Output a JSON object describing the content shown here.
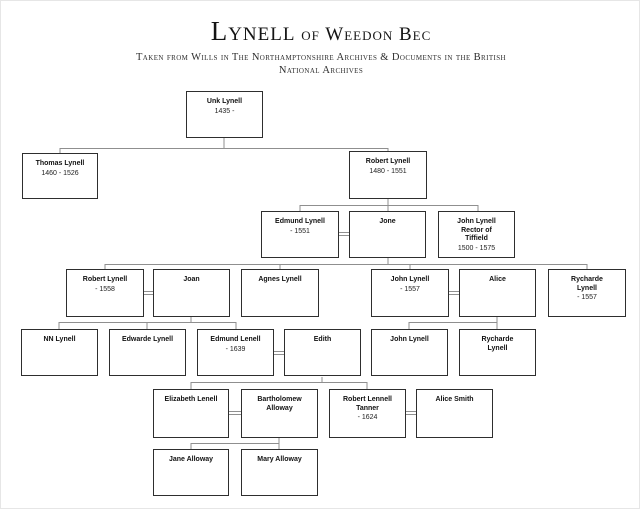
{
  "title": {
    "family": "Lynell",
    "suffix": " of Weedon Bec",
    "subtitle": "Taken from Wills in The Northamptonshire Archives & Documents in the British National Archives"
  },
  "colors": {
    "connector_line": "#8f8f8f",
    "box_border": "#2e2e2e",
    "text": "#111111",
    "background": "#ffffff"
  },
  "people": {
    "unk_lynell": {
      "name": "Unk Lynell",
      "dates": "1435 -"
    },
    "thomas_lynell": {
      "name": "Thomas Lynell",
      "dates": "1460 - 1526"
    },
    "robert_lynell_1480": {
      "name": "Robert Lynell",
      "dates": "1480 - 1551"
    },
    "edmund_lynell": {
      "name": "Edmund Lynell",
      "dates": "- 1551"
    },
    "jone": {
      "name": "Jone"
    },
    "john_lynell_rector": {
      "name": "John Lynell\nRector of\nTiffield",
      "dates": "1500 - 1575"
    },
    "robert_lynell_1558": {
      "name": "Robert Lynell",
      "dates": "- 1558"
    },
    "joan": {
      "name": "Joan"
    },
    "agnes_lynell": {
      "name": "Agnes Lynell"
    },
    "john_lynell_1557": {
      "name": "John Lynell",
      "dates": "- 1557"
    },
    "alice": {
      "name": "Alice"
    },
    "rycharde_lynell_1557": {
      "name": "Rycharde\nLynell",
      "dates": "- 1557"
    },
    "nn_lynell": {
      "name": "NN Lynell"
    },
    "edwarde_lynell": {
      "name": "Edwarde Lynell"
    },
    "edmund_lenell": {
      "name": "Edmund Lenell",
      "dates": "- 1639"
    },
    "edith": {
      "name": "Edith"
    },
    "john_lynell_jr": {
      "name": "John Lynell"
    },
    "rycharde_lynell_jr": {
      "name": "Rycharde\nLynell"
    },
    "elizabeth_lenell": {
      "name": "Elizabeth Lenell"
    },
    "bartholomew_alloway": {
      "name": "Bartholomew\nAlloway"
    },
    "robert_lennell_tanner": {
      "name": "Robert Lennell\nTanner",
      "dates": "- 1624"
    },
    "alice_smith": {
      "name": "Alice Smith"
    },
    "jane_alloway": {
      "name": "Jane Alloway"
    },
    "mary_alloway": {
      "name": "Mary Alloway"
    }
  },
  "relationships": {
    "unions": [
      [
        "edmund_lynell",
        "jone"
      ],
      [
        "robert_lynell_1558",
        "joan"
      ],
      [
        "john_lynell_1557",
        "alice"
      ],
      [
        "edmund_lenell",
        "edith"
      ],
      [
        "elizabeth_lenell",
        "bartholomew_alloway"
      ],
      [
        "robert_lennell_tanner",
        "alice_smith"
      ]
    ],
    "children": {
      "unk_lynell": [
        "thomas_lynell",
        "robert_lynell_1480"
      ],
      "robert_lynell_1480": [
        "edmund_lynell",
        "john_lynell_rector"
      ],
      "edmund_lynell+jone": [
        "robert_lynell_1558",
        "agnes_lynell",
        "john_lynell_1557",
        "rycharde_lynell_1557"
      ],
      "robert_lynell_1558+joan": [
        "nn_lynell",
        "edwarde_lynell",
        "edmund_lenell"
      ],
      "john_lynell_1557+alice": [
        "john_lynell_jr",
        "rycharde_lynell_jr"
      ],
      "edmund_lenell+edith": [
        "elizabeth_lenell",
        "robert_lennell_tanner"
      ],
      "elizabeth_lenell+bartholomew_alloway": [
        "jane_alloway",
        "mary_alloway"
      ]
    }
  }
}
